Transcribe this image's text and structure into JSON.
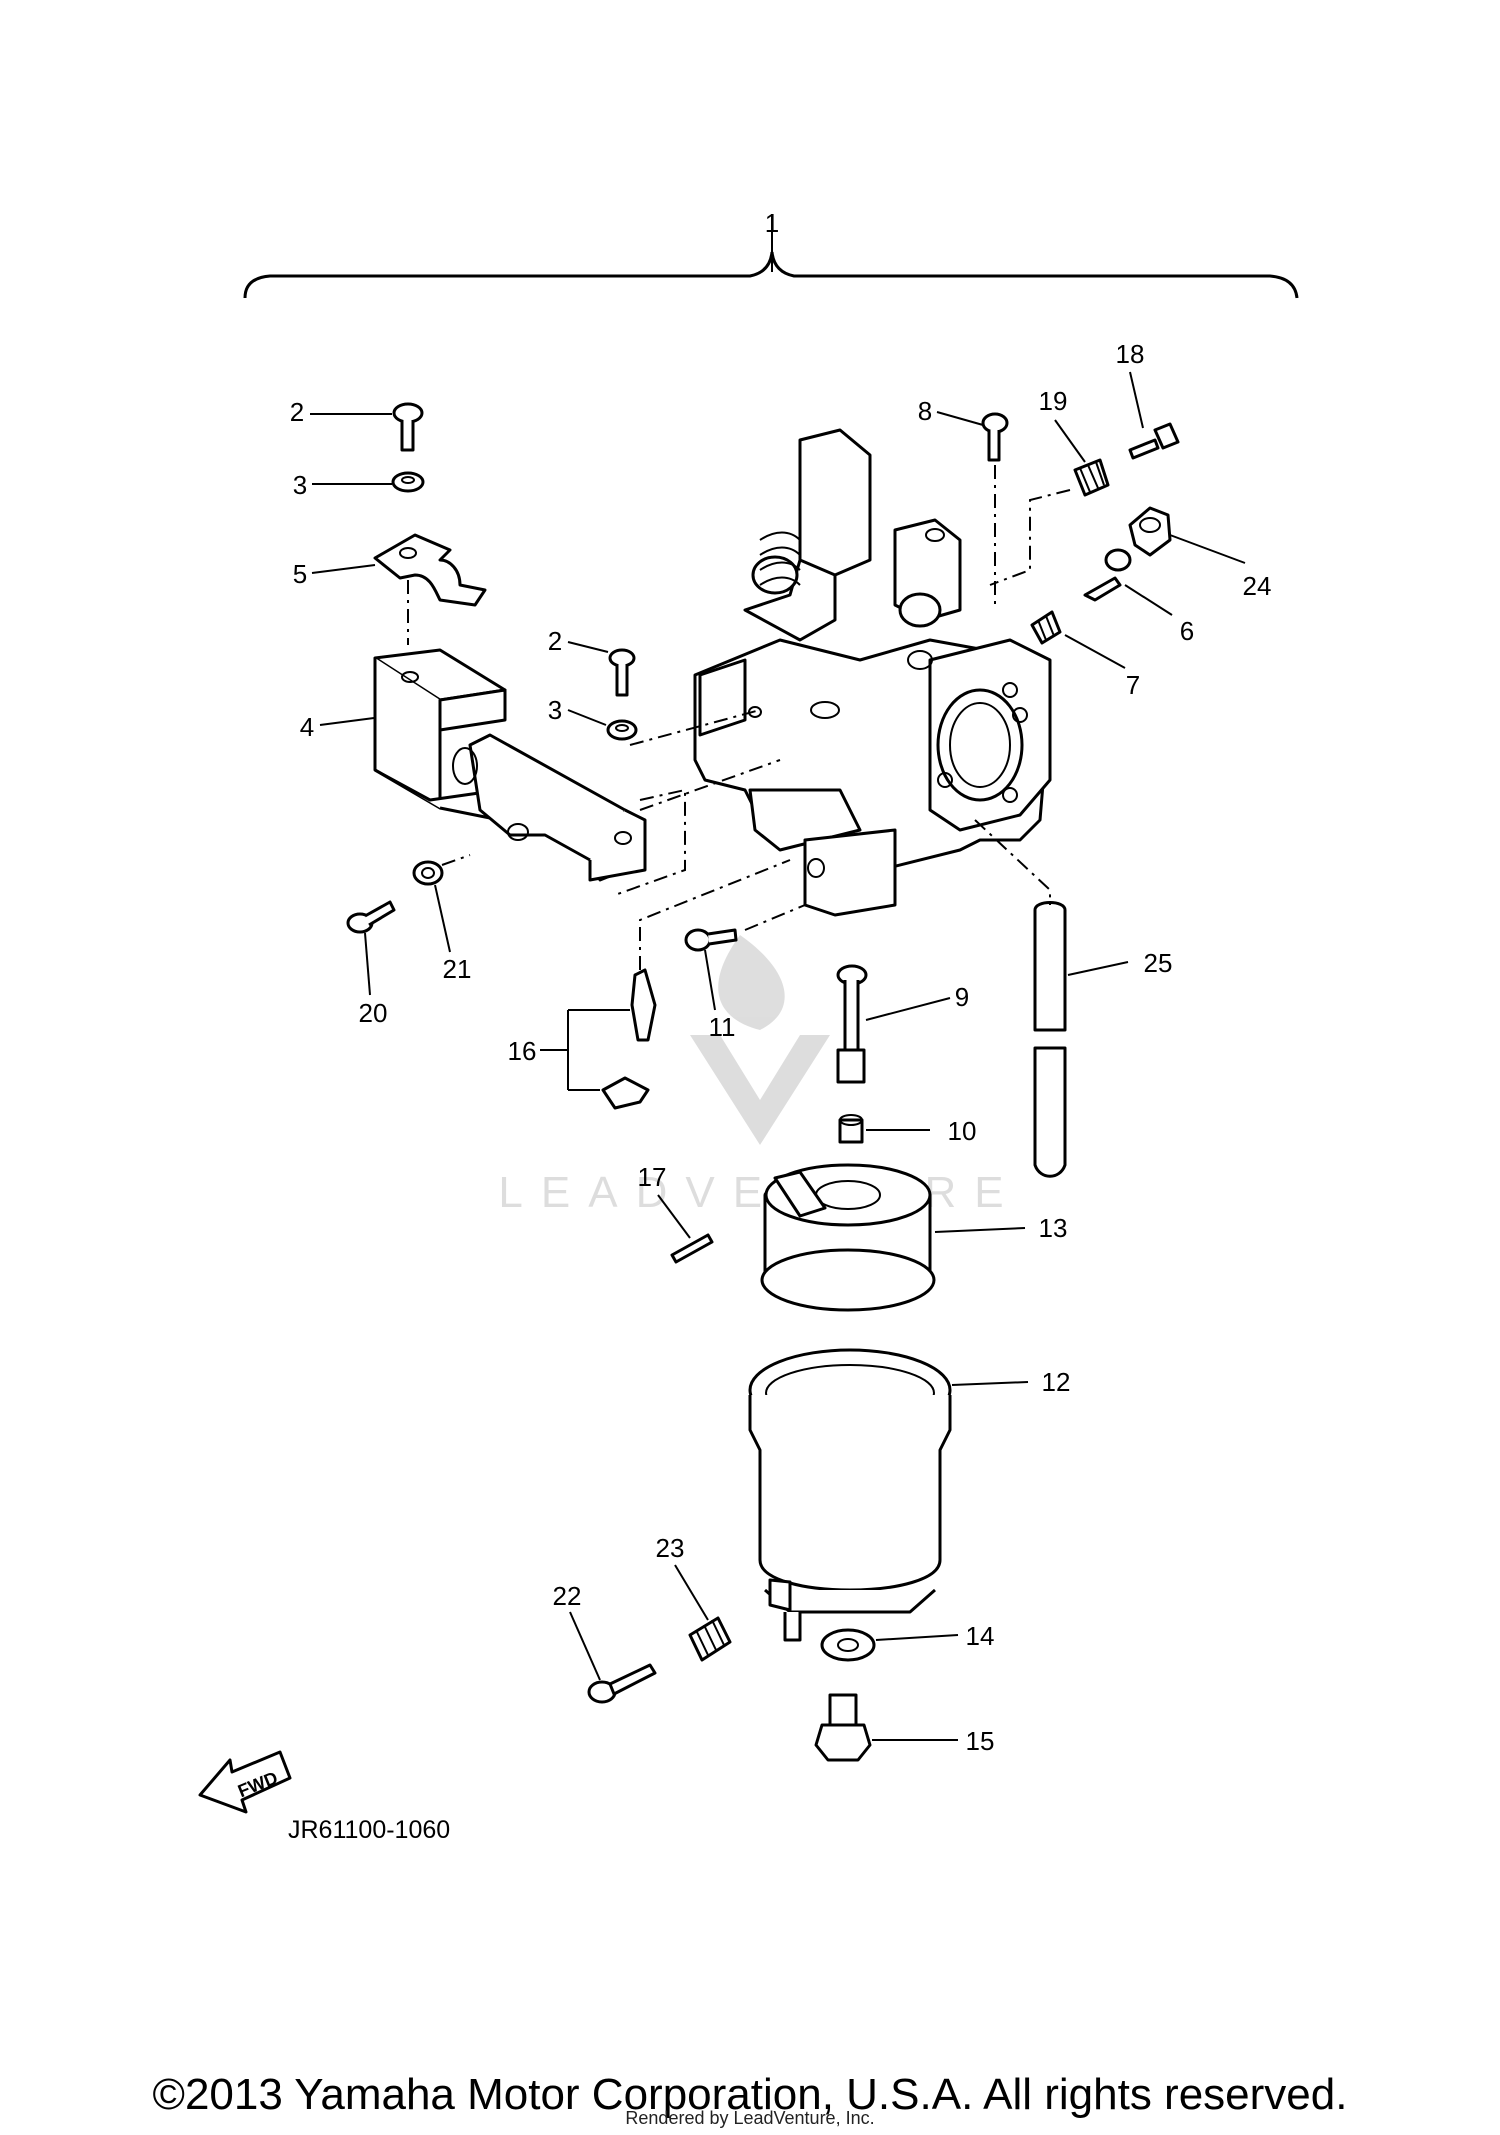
{
  "callouts": [
    "1",
    "2",
    "3",
    "5",
    "4",
    "2",
    "3",
    "8",
    "19",
    "18",
    "24",
    "6",
    "7",
    "21",
    "20",
    "11",
    "16",
    "9",
    "25",
    "10",
    "17",
    "13",
    "12",
    "23",
    "22",
    "14",
    "15"
  ],
  "fwd_label": "FWD",
  "diagram_code": "JR61100-1060",
  "watermark": "LEADVENTURE",
  "footer": {
    "copyright": "©2013 Yamaha Motor Corporation, U.S.A. All rights reserved.",
    "rendered_by": "Rendered by LeadVenture, Inc."
  }
}
